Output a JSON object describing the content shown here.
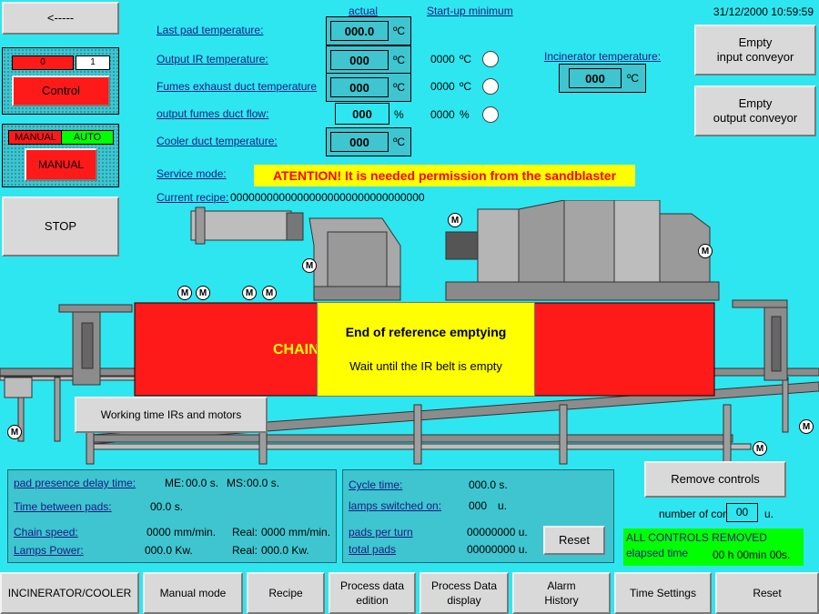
{
  "datetime": "31/12/2000 10:59:59",
  "left": {
    "back_label": "<-----",
    "switch1_left": "0",
    "switch1_right": "1",
    "control_label": "Control",
    "mode_manual": "MANUAL",
    "mode_auto": "AUTO",
    "manual_button": "MANUAL",
    "stop_label": "STOP"
  },
  "headers": {
    "actual": "actual",
    "startup": "Start-up minimum"
  },
  "params": {
    "last_pad_temp": {
      "label": "Last pad temperature:",
      "value": "000.0",
      "unit": "ºC"
    },
    "output_ir_temp": {
      "label": "Output IR temperature:",
      "value": "000",
      "unit": "ºC",
      "min": "0000",
      "min_unit": "ºC"
    },
    "fumes_exhaust_temp": {
      "label": "Fumes exhaust duct temperature",
      "value": "000",
      "unit": "ºC",
      "min": "0000",
      "min_unit": "ºC"
    },
    "output_fumes_flow": {
      "label": "output fumes duct flow:",
      "value": "000",
      "unit": "%",
      "min": "0000",
      "min_unit": "%"
    },
    "cooler_temp": {
      "label": "Cooler duct temperature:",
      "value": "000",
      "unit": "ºC"
    }
  },
  "incinerator": {
    "label": "Incinerator temperature:",
    "value": "000",
    "unit": "ºC"
  },
  "service_mode_label": "Service mode:",
  "alert": "ATENTION! It is needed permission from the sandblaster",
  "current_recipe_label": "Current recipe:",
  "current_recipe_value": "00000000000000000000000000000000",
  "right_buttons": {
    "empty_input": "Empty\ninput conveyor",
    "empty_output": "Empty\noutput conveyor"
  },
  "machine": {
    "chain_text": "CHAIN",
    "motor_label": "M",
    "working_time_label": "Working time IRs and motors"
  },
  "dialog": {
    "title": "End of reference emptying",
    "message": "Wait until the IR belt is empty"
  },
  "panel1": {
    "pad_delay_label": "pad presence delay time:",
    "me_label": "ME:",
    "me_value": "00.0 s.",
    "ms_label": "MS:",
    "ms_value": "00.0 s.",
    "between_label": "Time between pads:",
    "between_value": "00.0 s.",
    "chain_speed_label": "Chain speed:",
    "chain_speed_value": "0000 mm/min.",
    "real_label": "Real:",
    "real_speed_value": "0000 mm/min.",
    "lamps_power_label": "Lamps Power:",
    "lamps_power_value": "000.0 Kw.",
    "real_power_value": "000.0 Kw."
  },
  "panel2": {
    "cycle_label": "Cycle time:",
    "cycle_value": "000.0 s.",
    "lamps_on_label": "lamps switched on:",
    "lamps_on_value": "000",
    "lamps_on_unit": "u.",
    "pads_turn_label": "pads per turn",
    "pads_turn_value": "00000000 u.",
    "total_pads_label": "total pads",
    "total_pads_value": "00000000 u.",
    "reset_label": "Reset"
  },
  "remove_controls": {
    "label": "Remove controls",
    "count_label": "number of con",
    "count_value": "00",
    "count_unit": "u."
  },
  "status": {
    "line1": "ALL CONTROLS REMOVED",
    "elapsed_label": "elapsed time",
    "elapsed_value": "00 h  00min  00s."
  },
  "bottom_nav": [
    "INCINERATOR/COOLER",
    "Manual mode",
    "Recipe",
    "Process data\nedition",
    "Process Data\ndisplay",
    "Alarm\nHistory",
    "Time Settings",
    "Reset"
  ],
  "colors": {
    "background": "#2ee6f0",
    "panel": "#3ec5d0",
    "red": "#ff1a1a",
    "yellow": "#ffff00",
    "green": "#00ff00",
    "button": "#d9d9d9"
  }
}
